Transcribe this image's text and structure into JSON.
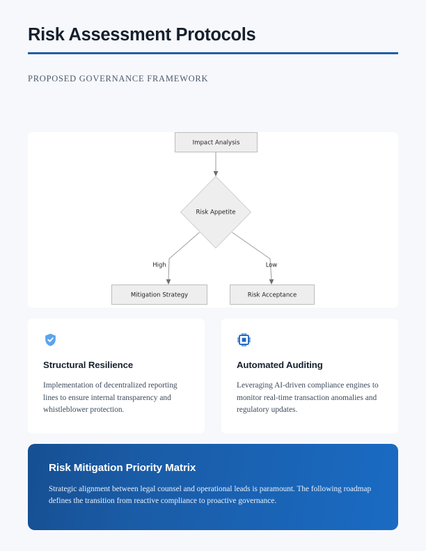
{
  "header": {
    "title": "Risk Assessment Protocols",
    "subtitle": "PROPOSED GOVERNANCE FRAMEWORK",
    "rule_color": "#1f5fa8"
  },
  "diagram": {
    "type": "flowchart",
    "nodes": [
      {
        "id": "impact",
        "label": "Impact Analysis",
        "shape": "box"
      },
      {
        "id": "appetite",
        "label": "Risk Appetite",
        "shape": "diamond"
      },
      {
        "id": "mitigation",
        "label": "Mitigation Strategy",
        "shape": "box"
      },
      {
        "id": "acceptance",
        "label": "Risk Acceptance",
        "shape": "box"
      }
    ],
    "edges": [
      {
        "from": "impact",
        "to": "appetite",
        "label": ""
      },
      {
        "from": "appetite",
        "to": "mitigation",
        "label": "High"
      },
      {
        "from": "appetite",
        "to": "acceptance",
        "label": "Low"
      }
    ],
    "edge_labels": {
      "high": "High",
      "low": "Low"
    },
    "node_fill": "#eeeeee",
    "node_stroke": "#bcbcbc",
    "edge_stroke": "#9a9a9a"
  },
  "cards": [
    {
      "icon": "shield-check-icon",
      "icon_color": "#5ca4ec",
      "title": "Structural Resilience",
      "body": "Implementation of decentralized reporting lines to ensure internal transparency and whistleblower protection."
    },
    {
      "icon": "cpu-chip-icon",
      "icon_color": "#1d68c4",
      "title": "Automated Auditing",
      "body": "Leveraging AI-driven compliance engines to monitor real-time transaction anomalies and regulatory updates."
    }
  ],
  "banner": {
    "title": "Risk Mitigation Priority Matrix",
    "body": "Strategic alignment between legal counsel and operational leads is paramount. The following roadmap defines the transition from reactive compliance to proactive governance.",
    "gradient_from": "#164f92",
    "gradient_to": "#1a6bc4"
  }
}
